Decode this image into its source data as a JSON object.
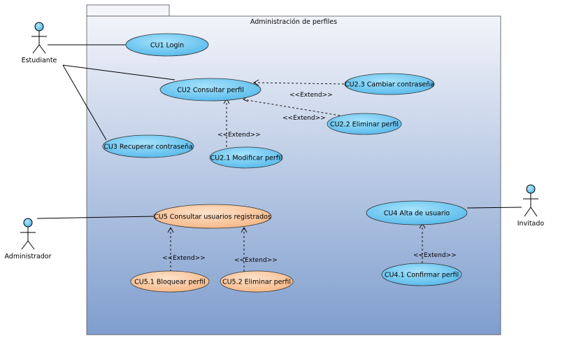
{
  "package": {
    "title": "Administración de perfiles"
  },
  "actors": {
    "estudiante": "Estudiante",
    "administrador": "Administrador",
    "invitado": "Invitado"
  },
  "use_cases": {
    "cu1": "CU1 Login",
    "cu2": "CU2 Consultar perfil",
    "cu2_1": "CU2.1 Modificar perfil",
    "cu2_2": "CU2.2 Eliminar perfil",
    "cu2_3": "CU2.3 Cambiar contraseña",
    "cu3": "CU3 Recuperar contraseña",
    "cu4": "CU4 Alta de usuario",
    "cu4_1": "CU4.1 Confirmar perfil",
    "cu5": "CU5 Consultar usuarios registrados",
    "cu5_1": "CU5.1 Bloquear perfil",
    "cu5_2": "CU5.2 Eliminar perfil"
  },
  "extend_label": "<<Extend>>",
  "colors": {
    "blue_fill": "#6cc4ef",
    "orange_fill": "#fbc9a2",
    "actor_head": "#6cc4ef",
    "package_top": "#eef1f8",
    "package_bottom": "#7f9ece"
  }
}
